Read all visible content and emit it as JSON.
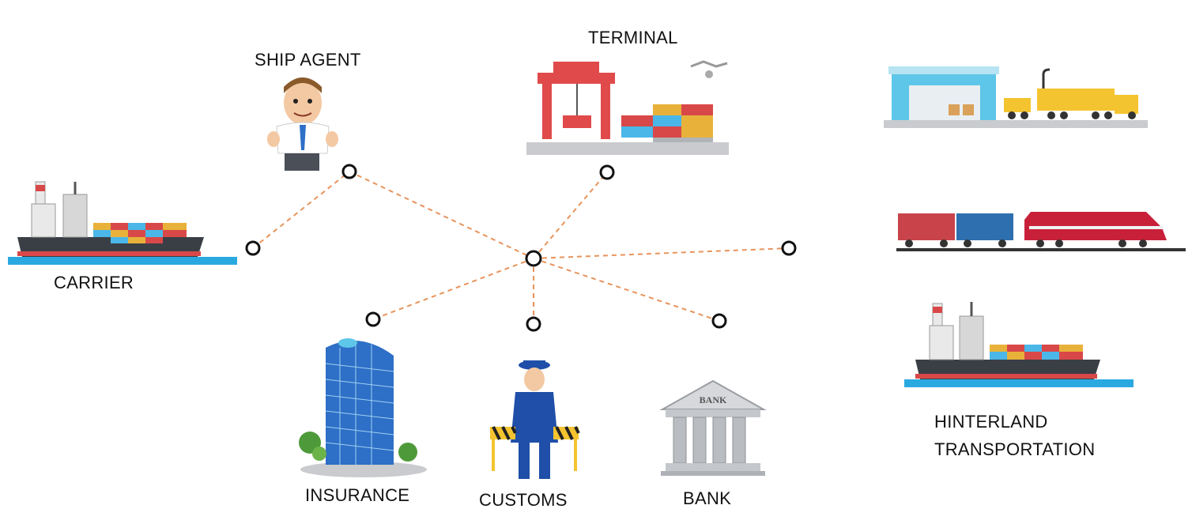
{
  "nodes": {
    "ship_agent": {
      "label": "SHIP AGENT",
      "icon": "ship-agent-person-icon"
    },
    "terminal": {
      "label": "TERMINAL",
      "icon": "terminal-crane-icon"
    },
    "carrier": {
      "label": "CARRIER",
      "icon": "container-ship-icon"
    },
    "insurance": {
      "label": "INSURANCE",
      "icon": "office-building-icon"
    },
    "customs": {
      "label": "CUSTOMS",
      "icon": "customs-officer-icon"
    },
    "bank": {
      "label": "BANK",
      "icon": "bank-building-icon",
      "sign_text": "BANK"
    },
    "hinterland": {
      "label_line1": "HINTERLAND",
      "label_line2": "TRANSPORTATION",
      "icons": [
        "warehouse-truck-icon",
        "freight-train-icon",
        "container-ship-icon"
      ]
    }
  },
  "colors": {
    "connector": "#e8935c",
    "node_ring": "#111111",
    "water": "#2aa9e0",
    "hull": "#3a3f46",
    "crane": "#e04a4a",
    "bank_stone": "#b9bcc0",
    "police_blue": "#1f4fa8"
  }
}
